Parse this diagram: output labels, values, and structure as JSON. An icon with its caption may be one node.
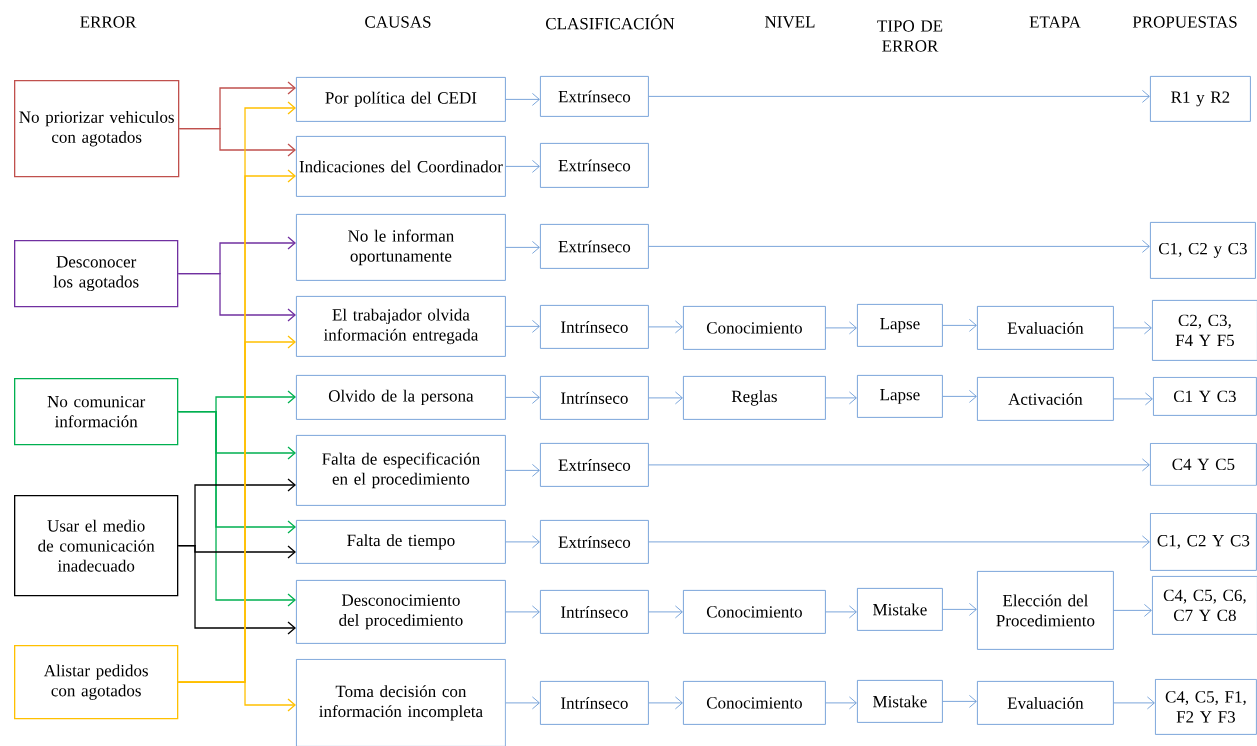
{
  "diagram": {
    "nodes": [
      {
        "text": [
          "No priorizar vehiculos con agotados"
        ]
      },
      {
        "text": [
          "Desconocer los agotados"
        ]
      },
      {
        "text": [
          "No comunicar información"
        ]
      },
      {
        "text": [
          "Usar el medio de comunicación inadecuado"
        ]
      },
      {
        "text": [
          "Alistar pedidos con agotados"
        ]
      },
      {
        "text": [
          "Por política del CEDI"
        ]
      },
      {
        "text": [
          "Indicaciones del Coordinador"
        ]
      },
      {
        "text": [
          "No le informan oportunamente"
        ]
      },
      {
        "text": [
          "El trabajador olvida información entregada"
        ]
      },
      {
        "text": [
          "Olvido de la persona"
        ]
      },
      {
        "text": [
          "Falta de especificación en el procedimiento"
        ]
      },
      {
        "text": [
          "Falta de tiempo"
        ]
      },
      {
        "text": [
          "Desconocimiento del procedimiento"
        ]
      },
      {
        "text": [
          "Toma decisión con información incompleta"
        ]
      },
      {
        "text": [
          "Extrínseco"
        ]
      },
      {
        "text": [
          "R1 y R2"
        ]
      },
      {
        "text": [
          "Extrínseco"
        ]
      },
      {
        "text": [
          "Extrínseco"
        ]
      },
      {
        "text": [
          "C1, C2 y C3"
        ]
      },
      {
        "text": [
          "Intrínseco"
        ]
      },
      {
        "text": [
          "Conocimiento"
        ]
      },
      {
        "text": [
          "Lapse"
        ]
      },
      {
        "text": [
          "Evaluación"
        ]
      },
      {
        "text": [
          "C2, C3, F4 Y F5"
        ]
      },
      {
        "text": [
          "Intrínseco"
        ]
      },
      {
        "text": [
          "Reglas"
        ]
      },
      {
        "text": [
          "Lapse"
        ]
      },
      {
        "text": [
          "Activación"
        ]
      },
      {
        "text": [
          "C1 Y C3"
        ]
      },
      {
        "text": [
          "Extrínseco"
        ]
      },
      {
        "text": [
          "C4 Y C5"
        ]
      },
      {
        "text": [
          "Extrínseco"
        ]
      },
      {
        "text": [
          "C1, C2 Y C3"
        ]
      },
      {
        "text": [
          "Intrínseco"
        ]
      },
      {
        "text": [
          "Conocimiento"
        ]
      },
      {
        "text": [
          "Mistake"
        ]
      },
      {
        "text": [
          "Elección del Procedimiento"
        ]
      },
      {
        "text": [
          "C4, C5, C6, C7 Y C8"
        ]
      },
      {
        "text": [
          "Intrínseco"
        ]
      },
      {
        "text": [
          "Conocimiento"
        ]
      },
      {
        "text": [
          "Mistake"
        ]
      },
      {
        "text": [
          "Evaluación"
        ]
      },
      {
        "text": [
          "C4, C5, F1, F2 Y F3"
        ]
      }
    ],
    "edges": [
      {
        "from": 0,
        "to": 5,
        "arrow": "to",
        "color": "#c0504d"
      },
      {
        "from": 0,
        "to": 6,
        "arrow": "to",
        "color": "#c0504d"
      },
      {
        "from": 1,
        "to": 7,
        "arrow": "to",
        "color": "#7030a0"
      },
      {
        "from": 1,
        "to": 8,
        "arrow": "to",
        "color": "#7030a0"
      },
      {
        "from": 2,
        "to": 9,
        "arrow": "to",
        "color": "#00b050"
      },
      {
        "from": 2,
        "to": 10,
        "arrow": "to",
        "color": "#00b050"
      },
      {
        "from": 2,
        "to": 11,
        "arrow": "to",
        "color": "#00b050"
      },
      {
        "from": 2,
        "to": 12,
        "arrow": "to",
        "color": "#00b050"
      },
      {
        "from": 3,
        "to": 10,
        "arrow": "to",
        "color": "#000000"
      },
      {
        "from": 3,
        "to": 11,
        "arrow": "to",
        "color": "#000000"
      },
      {
        "from": 3,
        "to": 12,
        "arrow": "to",
        "color": "#000000"
      },
      {
        "from": 4,
        "to": 5,
        "arrow": "to",
        "color": "#ffc000"
      },
      {
        "from": 4,
        "to": 6,
        "arrow": "to",
        "color": "#ffc000"
      },
      {
        "from": 4,
        "to": 8,
        "arrow": "to",
        "color": "#ffc000"
      },
      {
        "from": 4,
        "to": 13,
        "arrow": "to",
        "color": "#ffc000"
      },
      {
        "from": 5,
        "to": 14,
        "arrow": "to"
      },
      {
        "from": 14,
        "to": 15,
        "arrow": "to"
      },
      {
        "from": 6,
        "to": 16,
        "arrow": "to"
      },
      {
        "from": 7,
        "to": 17,
        "arrow": "to"
      },
      {
        "from": 17,
        "to": 18,
        "arrow": "to"
      },
      {
        "from": 8,
        "to": 19,
        "arrow": "to"
      },
      {
        "from": 19,
        "to": 20,
        "arrow": "to"
      },
      {
        "from": 20,
        "to": 21,
        "arrow": "to"
      },
      {
        "from": 21,
        "to": 22,
        "arrow": "to"
      },
      {
        "from": 22,
        "to": 23,
        "arrow": "to"
      },
      {
        "from": 9,
        "to": 24,
        "arrow": "to"
      },
      {
        "from": 24,
        "to": 25,
        "arrow": "to"
      },
      {
        "from": 25,
        "to": 26,
        "arrow": "to"
      },
      {
        "from": 26,
        "to": 27,
        "arrow": "to"
      },
      {
        "from": 27,
        "to": 28,
        "arrow": "to"
      },
      {
        "from": 10,
        "to": 29,
        "arrow": "to"
      },
      {
        "from": 29,
        "to": 30,
        "arrow": "to"
      },
      {
        "from": 11,
        "to": 31,
        "arrow": "to"
      },
      {
        "from": 31,
        "to": 32,
        "arrow": "to"
      },
      {
        "from": 12,
        "to": 33,
        "arrow": "to"
      },
      {
        "from": 33,
        "to": 34,
        "arrow": "to"
      },
      {
        "from": 34,
        "to": 35,
        "arrow": "to"
      },
      {
        "from": 35,
        "to": 36,
        "arrow": "to"
      },
      {
        "from": 36,
        "to": 37,
        "arrow": "to"
      },
      {
        "from": 13,
        "to": 38,
        "arrow": "to"
      },
      {
        "from": 38,
        "to": 39,
        "arrow": "to"
      },
      {
        "from": 39,
        "to": 40,
        "arrow": "to"
      },
      {
        "from": 40,
        "to": 41,
        "arrow": "to"
      },
      {
        "from": 41,
        "to": 42,
        "arrow": "to"
      }
    ],
    "labels": [
      "ERROR",
      "CAUSAS",
      "CLASIFICACIÓN",
      "NIVEL",
      "TIPO DE ERROR",
      "ETAPA",
      "PROPUESTAS"
    ]
  }
}
